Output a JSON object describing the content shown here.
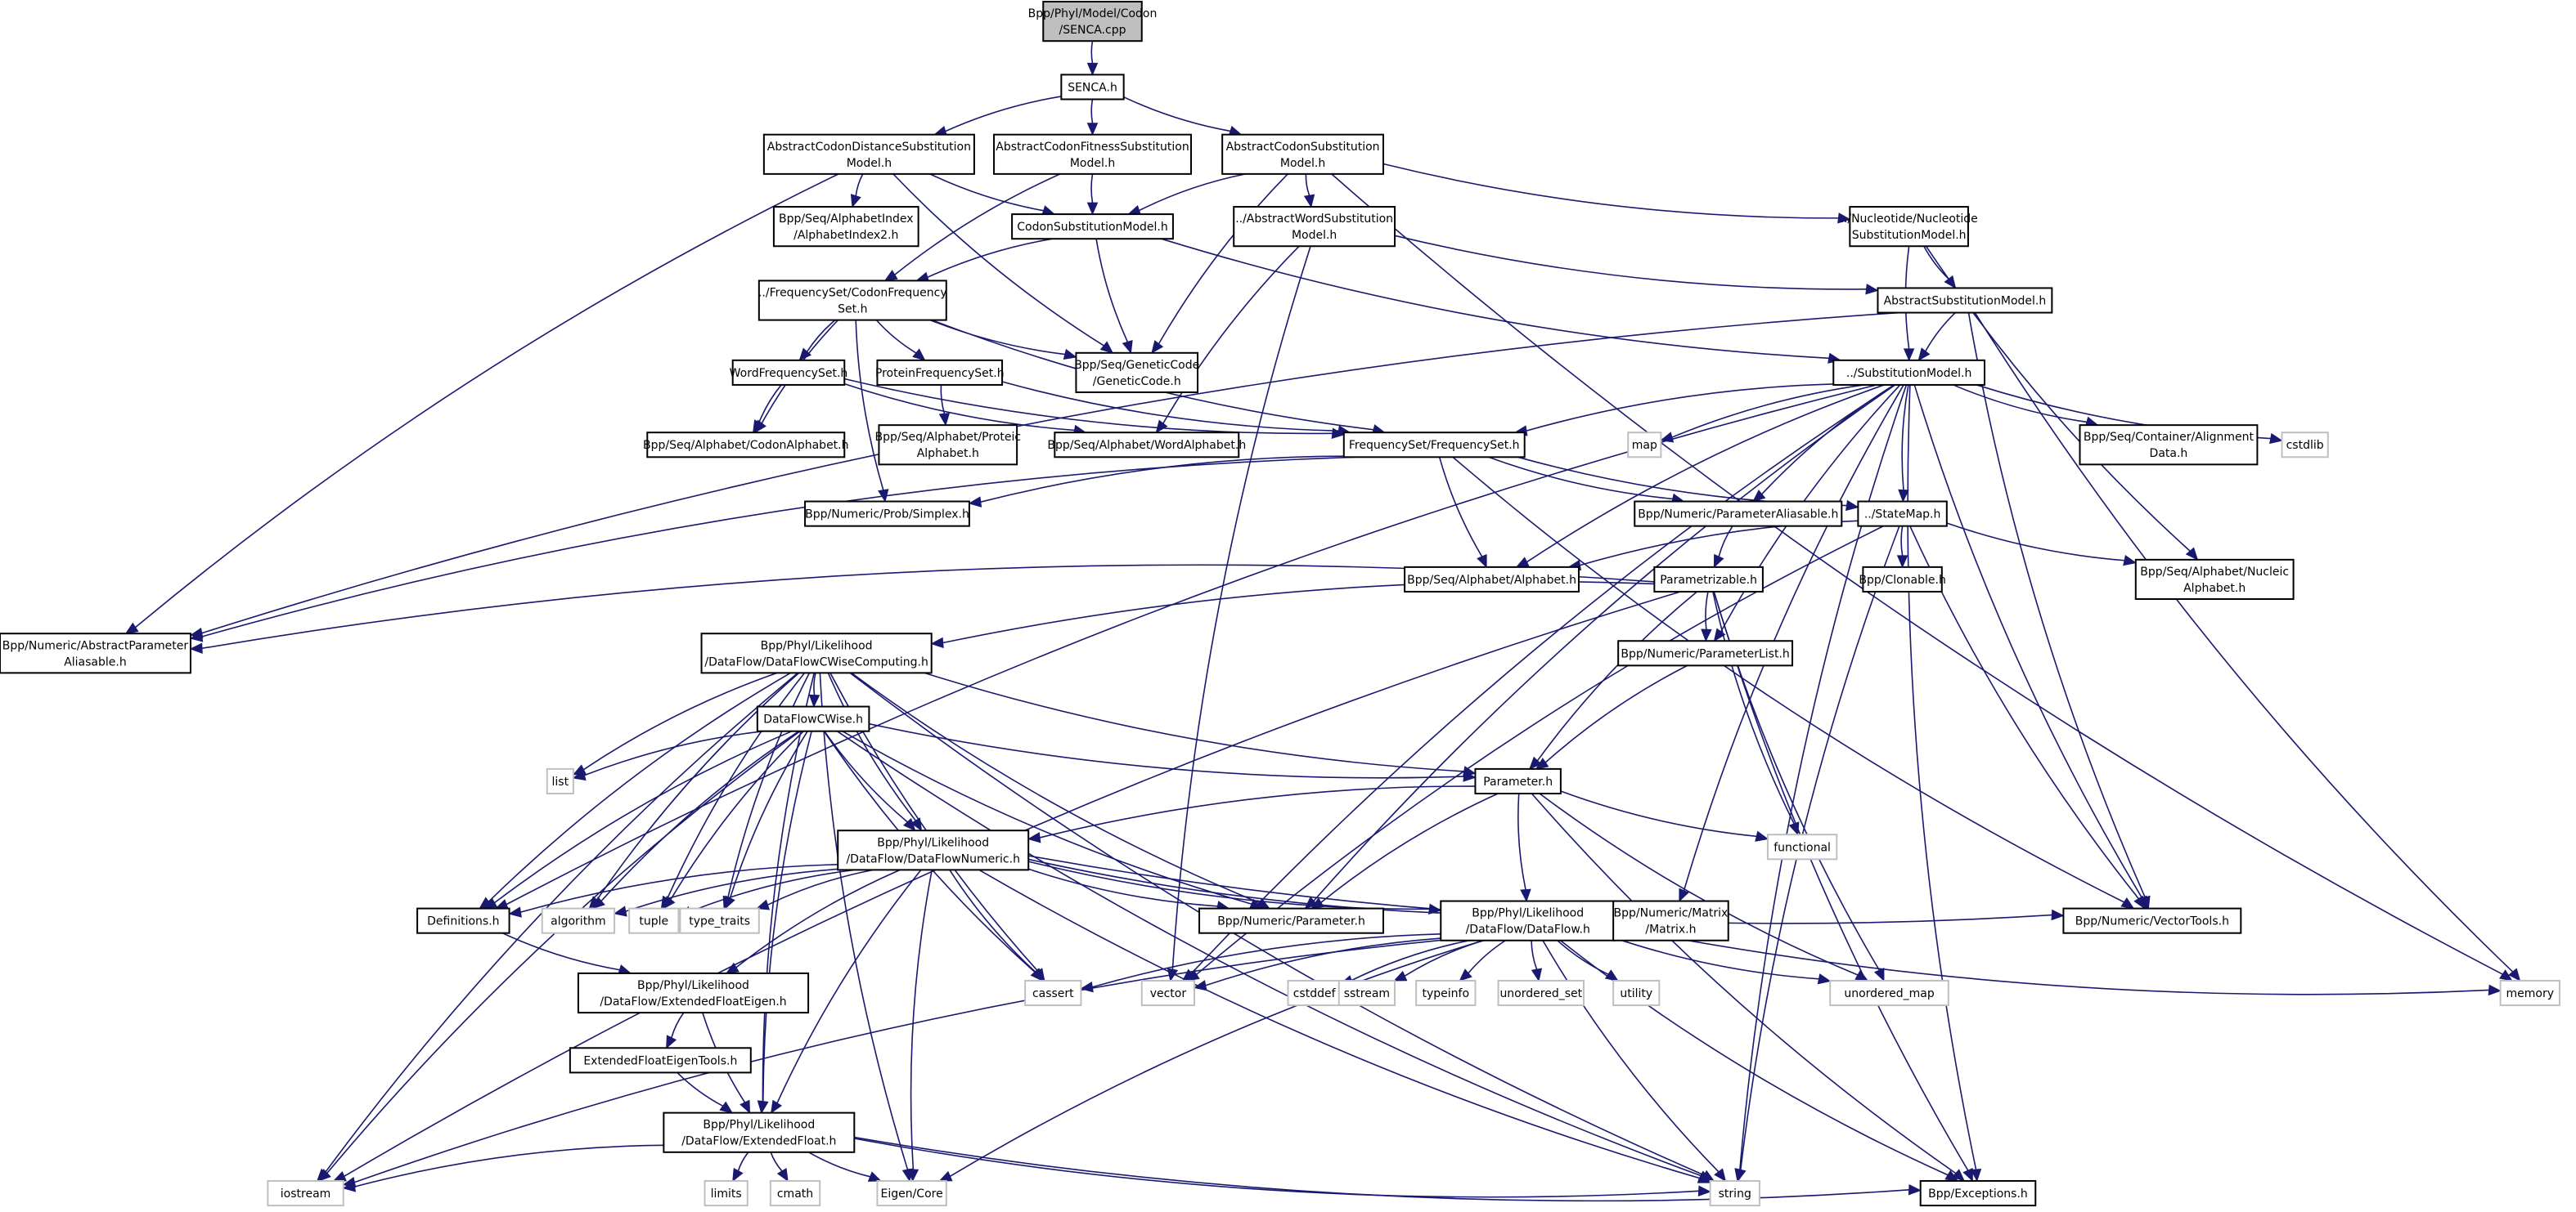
{
  "title": "Bpp/Phyl/Model/Codon/SENCA.cpp",
  "colors": {
    "edge": "#191970",
    "root_fill": "#bfbfbf",
    "node_border": "#000000",
    "system_border": "#bfbfbf"
  },
  "nodes": [
    {
      "id": "senca_cpp",
      "kind": "root",
      "lines": [
        "Bpp/Phyl/Model/Codon",
        "/SENCA.cpp"
      ]
    },
    {
      "id": "senca_h",
      "kind": "internal",
      "lines": [
        "SENCA.h"
      ]
    },
    {
      "id": "acdsm",
      "kind": "internal",
      "lines": [
        "AbstractCodonDistanceSubstitution",
        "Model.h"
      ]
    },
    {
      "id": "acfsm",
      "kind": "internal",
      "lines": [
        "AbstractCodonFitnessSubstitution",
        "Model.h"
      ]
    },
    {
      "id": "acsm",
      "kind": "internal",
      "lines": [
        "AbstractCodonSubstitution",
        "Model.h"
      ]
    },
    {
      "id": "alphidx",
      "kind": "internal",
      "lines": [
        "Bpp/Seq/AlphabetIndex",
        "/AlphabetIndex2.h"
      ]
    },
    {
      "id": "csm",
      "kind": "internal",
      "lines": [
        "CodonSubstitutionModel.h"
      ]
    },
    {
      "id": "awsm",
      "kind": "internal",
      "lines": [
        "../AbstractWordSubstitution",
        "Model.h"
      ]
    },
    {
      "id": "nsm",
      "kind": "internal",
      "lines": [
        "../Nucleotide/Nucleotide",
        "SubstitutionModel.h"
      ]
    },
    {
      "id": "cfs",
      "kind": "internal",
      "lines": [
        "../FrequencySet/CodonFrequency",
        "Set.h"
      ]
    },
    {
      "id": "gc",
      "kind": "internal",
      "lines": [
        "Bpp/Seq/GeneticCode",
        "/GeneticCode.h"
      ]
    },
    {
      "id": "asm",
      "kind": "internal",
      "lines": [
        "AbstractSubstitutionModel.h"
      ]
    },
    {
      "id": "wfs",
      "kind": "internal",
      "lines": [
        "WordFrequencySet.h"
      ]
    },
    {
      "id": "pfs",
      "kind": "internal",
      "lines": [
        "ProteinFrequencySet.h"
      ]
    },
    {
      "id": "sm",
      "kind": "internal",
      "lines": [
        "../SubstitutionModel.h"
      ]
    },
    {
      "id": "codonalph",
      "kind": "internal",
      "lines": [
        "Bpp/Seq/Alphabet/CodonAlphabet.h"
      ]
    },
    {
      "id": "protalph",
      "kind": "internal",
      "lines": [
        "Bpp/Seq/Alphabet/Proteic",
        "Alphabet.h"
      ]
    },
    {
      "id": "wordalph",
      "kind": "internal",
      "lines": [
        "Bpp/Seq/Alphabet/WordAlphabet.h"
      ]
    },
    {
      "id": "fs",
      "kind": "internal",
      "lines": [
        "FrequencySet/FrequencySet.h"
      ]
    },
    {
      "id": "map",
      "kind": "system",
      "lines": [
        "map"
      ]
    },
    {
      "id": "aligndata",
      "kind": "internal",
      "lines": [
        "Bpp/Seq/Container/Alignment",
        "Data.h"
      ]
    },
    {
      "id": "cstdlib",
      "kind": "system",
      "lines": [
        "cstdlib"
      ]
    },
    {
      "id": "simplex",
      "kind": "internal",
      "lines": [
        "Bpp/Numeric/Prob/Simplex.h"
      ]
    },
    {
      "id": "paraliasable",
      "kind": "internal",
      "lines": [
        "Bpp/Numeric/ParameterAliasable.h"
      ]
    },
    {
      "id": "statemap",
      "kind": "internal",
      "lines": [
        "../StateMap.h"
      ]
    },
    {
      "id": "alphabet",
      "kind": "internal",
      "lines": [
        "Bpp/Seq/Alphabet/Alphabet.h"
      ]
    },
    {
      "id": "parametrizable",
      "kind": "internal",
      "lines": [
        "Parametrizable.h"
      ]
    },
    {
      "id": "clonable",
      "kind": "internal",
      "lines": [
        "Bpp/Clonable.h"
      ]
    },
    {
      "id": "nucalph",
      "kind": "internal",
      "lines": [
        "Bpp/Seq/Alphabet/Nucleic",
        "Alphabet.h"
      ]
    },
    {
      "id": "absparalias",
      "kind": "internal",
      "lines": [
        "Bpp/Numeric/AbstractParameter",
        "Aliasable.h"
      ]
    },
    {
      "id": "dfcwc",
      "kind": "internal",
      "lines": [
        "Bpp/Phyl/Likelihood",
        "/DataFlow/DataFlowCWiseComputing.h"
      ]
    },
    {
      "id": "paramlist",
      "kind": "internal",
      "lines": [
        "Bpp/Numeric/ParameterList.h"
      ]
    },
    {
      "id": "dfcw",
      "kind": "internal",
      "lines": [
        "DataFlowCWise.h"
      ]
    },
    {
      "id": "list",
      "kind": "system",
      "lines": [
        "list"
      ]
    },
    {
      "id": "parameter",
      "kind": "internal",
      "lines": [
        "Parameter.h"
      ]
    },
    {
      "id": "functional",
      "kind": "system",
      "lines": [
        "functional"
      ]
    },
    {
      "id": "dfnum",
      "kind": "internal",
      "lines": [
        "Bpp/Phyl/Likelihood",
        "/DataFlow/DataFlowNumeric.h"
      ]
    },
    {
      "id": "definitions",
      "kind": "internal",
      "lines": [
        "Definitions.h"
      ]
    },
    {
      "id": "algorithm",
      "kind": "system",
      "lines": [
        "algorithm"
      ]
    },
    {
      "id": "tuple",
      "kind": "system",
      "lines": [
        "tuple"
      ]
    },
    {
      "id": "type_traits",
      "kind": "system",
      "lines": [
        "type_traits"
      ]
    },
    {
      "id": "numparam",
      "kind": "internal",
      "lines": [
        "Bpp/Numeric/Parameter.h"
      ]
    },
    {
      "id": "dataflow",
      "kind": "internal",
      "lines": [
        "Bpp/Phyl/Likelihood",
        "/DataFlow/DataFlow.h"
      ]
    },
    {
      "id": "matrix",
      "kind": "internal",
      "lines": [
        "Bpp/Numeric/Matrix",
        "/Matrix.h"
      ]
    },
    {
      "id": "vectortools",
      "kind": "internal",
      "lines": [
        "Bpp/Numeric/VectorTools.h"
      ]
    },
    {
      "id": "efe",
      "kind": "internal",
      "lines": [
        "Bpp/Phyl/Likelihood",
        "/DataFlow/ExtendedFloatEigen.h"
      ]
    },
    {
      "id": "cassert",
      "kind": "system",
      "lines": [
        "cassert"
      ]
    },
    {
      "id": "vector",
      "kind": "system",
      "lines": [
        "vector"
      ]
    },
    {
      "id": "cstddef",
      "kind": "system",
      "lines": [
        "cstddef"
      ]
    },
    {
      "id": "sstream",
      "kind": "system",
      "lines": [
        "sstream"
      ]
    },
    {
      "id": "typeinfo",
      "kind": "system",
      "lines": [
        "typeinfo"
      ]
    },
    {
      "id": "unordered_set",
      "kind": "system",
      "lines": [
        "unordered_set"
      ]
    },
    {
      "id": "utility",
      "kind": "system",
      "lines": [
        "utility"
      ]
    },
    {
      "id": "unordered_map",
      "kind": "system",
      "lines": [
        "unordered_map"
      ]
    },
    {
      "id": "memory",
      "kind": "system",
      "lines": [
        "memory"
      ]
    },
    {
      "id": "efet",
      "kind": "internal",
      "lines": [
        "ExtendedFloatEigenTools.h"
      ]
    },
    {
      "id": "ef",
      "kind": "internal",
      "lines": [
        "Bpp/Phyl/Likelihood",
        "/DataFlow/ExtendedFloat.h"
      ]
    },
    {
      "id": "iostream",
      "kind": "system",
      "lines": [
        "iostream"
      ]
    },
    {
      "id": "limits",
      "kind": "system",
      "lines": [
        "limits"
      ]
    },
    {
      "id": "cmath",
      "kind": "system",
      "lines": [
        "cmath"
      ]
    },
    {
      "id": "eigen",
      "kind": "system",
      "lines": [
        "Eigen/Core"
      ]
    },
    {
      "id": "string",
      "kind": "system",
      "lines": [
        "string"
      ]
    },
    {
      "id": "exceptions",
      "kind": "internal",
      "lines": [
        "Bpp/Exceptions.h"
      ]
    }
  ],
  "edges": [
    [
      "senca_cpp",
      "senca_h"
    ],
    [
      "senca_h",
      "acdsm"
    ],
    [
      "senca_h",
      "acfsm"
    ],
    [
      "senca_h",
      "acsm"
    ],
    [
      "acdsm",
      "alphidx"
    ],
    [
      "acdsm",
      "csm"
    ],
    [
      "acdsm",
      "gc"
    ],
    [
      "acdsm",
      "absparalias"
    ],
    [
      "acfsm",
      "csm"
    ],
    [
      "acfsm",
      "cfs"
    ],
    [
      "acsm",
      "csm"
    ],
    [
      "acsm",
      "awsm"
    ],
    [
      "acsm",
      "nsm"
    ],
    [
      "acsm",
      "gc"
    ],
    [
      "acsm",
      "memory"
    ],
    [
      "csm",
      "cfs"
    ],
    [
      "csm",
      "gc"
    ],
    [
      "csm",
      "sm"
    ],
    [
      "awsm",
      "asm"
    ],
    [
      "awsm",
      "wordalph"
    ],
    [
      "awsm",
      "vector"
    ],
    [
      "nsm",
      "asm"
    ],
    [
      "nsm",
      "sm"
    ],
    [
      "nsm",
      "nucalph"
    ],
    [
      "asm",
      "sm"
    ],
    [
      "asm",
      "absparalias"
    ],
    [
      "asm",
      "vectortools"
    ],
    [
      "asm",
      "memory"
    ],
    [
      "cfs",
      "wfs"
    ],
    [
      "cfs",
      "pfs"
    ],
    [
      "cfs",
      "gc"
    ],
    [
      "cfs",
      "codonalph"
    ],
    [
      "cfs",
      "fs"
    ],
    [
      "cfs",
      "simplex"
    ],
    [
      "wfs",
      "codonalph"
    ],
    [
      "wfs",
      "wordalph"
    ],
    [
      "wfs",
      "fs"
    ],
    [
      "pfs",
      "protalph"
    ],
    [
      "pfs",
      "fs"
    ],
    [
      "sm",
      "fs"
    ],
    [
      "sm",
      "map"
    ],
    [
      "sm",
      "aligndata"
    ],
    [
      "sm",
      "cstdlib"
    ],
    [
      "sm",
      "paraliasable"
    ],
    [
      "sm",
      "statemap"
    ],
    [
      "sm",
      "alphabet"
    ],
    [
      "sm",
      "numparam"
    ],
    [
      "sm",
      "paramlist"
    ],
    [
      "sm",
      "matrix"
    ],
    [
      "sm",
      "vectortools"
    ],
    [
      "sm",
      "string"
    ],
    [
      "sm",
      "exceptions"
    ],
    [
      "sm",
      "vector"
    ],
    [
      "sm",
      "definitions"
    ],
    [
      "fs",
      "simplex"
    ],
    [
      "fs",
      "paraliasable"
    ],
    [
      "fs",
      "statemap"
    ],
    [
      "fs",
      "alphabet"
    ],
    [
      "fs",
      "absparalias"
    ],
    [
      "fs",
      "vectortools"
    ],
    [
      "paraliasable",
      "parametrizable"
    ],
    [
      "statemap",
      "alphabet"
    ],
    [
      "statemap",
      "clonable"
    ],
    [
      "statemap",
      "nucalph"
    ],
    [
      "statemap",
      "vectortools"
    ],
    [
      "statemap",
      "string"
    ],
    [
      "statemap",
      "vector"
    ],
    [
      "parametrizable",
      "absparalias"
    ],
    [
      "parametrizable",
      "dfcwc"
    ],
    [
      "parametrizable",
      "paramlist"
    ],
    [
      "parametrizable",
      "parameter"
    ],
    [
      "parametrizable",
      "functional"
    ],
    [
      "parametrizable",
      "unordered_map"
    ],
    [
      "parametrizable",
      "exceptions"
    ],
    [
      "parametrizable",
      "iostream"
    ],
    [
      "paramlist",
      "parameter"
    ],
    [
      "dfcwc",
      "dfcw"
    ],
    [
      "dfcwc",
      "list"
    ],
    [
      "dfcwc",
      "dfnum"
    ],
    [
      "dfcwc",
      "definitions"
    ],
    [
      "dfcwc",
      "algorithm"
    ],
    [
      "dfcwc",
      "tuple"
    ],
    [
      "dfcwc",
      "type_traits"
    ],
    [
      "dfcwc",
      "numparam"
    ],
    [
      "dfcwc",
      "parameter"
    ],
    [
      "dfcwc",
      "cassert"
    ],
    [
      "dfcwc",
      "eigen"
    ],
    [
      "dfcwc",
      "iostream"
    ],
    [
      "dfcwc",
      "ef"
    ],
    [
      "dfcwc",
      "string"
    ],
    [
      "dfcw",
      "list"
    ],
    [
      "dfcw",
      "dfnum"
    ],
    [
      "dfcw",
      "parameter"
    ],
    [
      "dfcw",
      "definitions"
    ],
    [
      "dfcw",
      "algorithm"
    ],
    [
      "dfcw",
      "tuple"
    ],
    [
      "dfcw",
      "type_traits"
    ],
    [
      "dfcw",
      "numparam"
    ],
    [
      "dfcw",
      "cassert"
    ],
    [
      "dfcw",
      "iostream"
    ],
    [
      "dfcw",
      "ef"
    ],
    [
      "dfcw",
      "string"
    ],
    [
      "parameter",
      "dfnum"
    ],
    [
      "parameter",
      "numparam"
    ],
    [
      "parameter",
      "dataflow"
    ],
    [
      "parameter",
      "functional"
    ],
    [
      "parameter",
      "unordered_map"
    ],
    [
      "parameter",
      "exceptions"
    ],
    [
      "dfnum",
      "definitions"
    ],
    [
      "dfnum",
      "algorithm"
    ],
    [
      "dfnum",
      "tuple"
    ],
    [
      "dfnum",
      "type_traits"
    ],
    [
      "dfnum",
      "numparam"
    ],
    [
      "dfnum",
      "dataflow"
    ],
    [
      "dfnum",
      "matrix"
    ],
    [
      "dfnum",
      "vectortools"
    ],
    [
      "dfnum",
      "efe"
    ],
    [
      "dfnum",
      "cassert"
    ],
    [
      "dfnum",
      "ef"
    ],
    [
      "dfnum",
      "eigen"
    ],
    [
      "dfnum",
      "string"
    ],
    [
      "definitions",
      "efe"
    ],
    [
      "dataflow",
      "cassert"
    ],
    [
      "dataflow",
      "vector"
    ],
    [
      "dataflow",
      "cstddef"
    ],
    [
      "dataflow",
      "sstream"
    ],
    [
      "dataflow",
      "typeinfo"
    ],
    [
      "dataflow",
      "unordered_set"
    ],
    [
      "dataflow",
      "utility"
    ],
    [
      "dataflow",
      "unordered_map"
    ],
    [
      "dataflow",
      "memory"
    ],
    [
      "dataflow",
      "string"
    ],
    [
      "dataflow",
      "exceptions"
    ],
    [
      "dataflow",
      "eigen"
    ],
    [
      "dataflow",
      "iostream"
    ],
    [
      "efe",
      "efet"
    ],
    [
      "efe",
      "ef"
    ],
    [
      "efet",
      "ef"
    ],
    [
      "ef",
      "iostream"
    ],
    [
      "ef",
      "limits"
    ],
    [
      "ef",
      "cmath"
    ],
    [
      "ef",
      "eigen"
    ],
    [
      "ef",
      "string"
    ],
    [
      "ef",
      "exceptions"
    ]
  ]
}
